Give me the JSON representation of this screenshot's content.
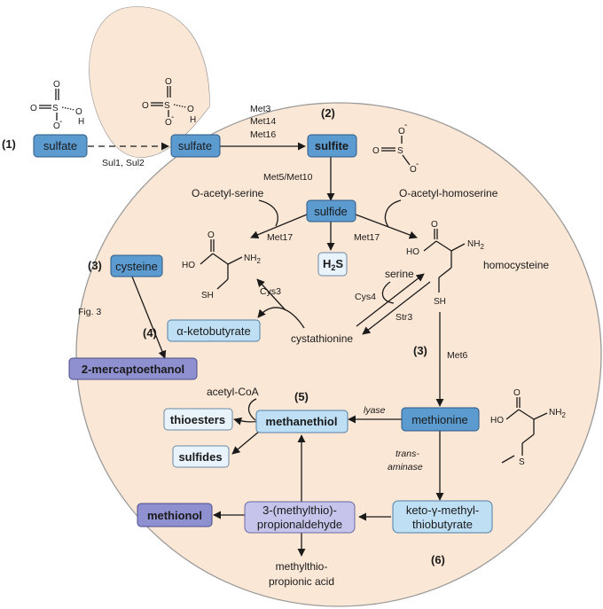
{
  "colors": {
    "cell_fill": "#fbe7d5",
    "cell_stroke": "#9a9a9a",
    "dark_blue_box": "#5b9bd0",
    "light_blue_box": "#bfe0f4",
    "pale_box": "#e8f3fb",
    "purple_box": "#8f90d0",
    "lavender_box": "#c6c4ea"
  },
  "labels": {
    "l1": "(1)",
    "l2": "(2)",
    "l3a": "(3)",
    "l3b": "(3)",
    "l4": "(4)",
    "l5": "(5)",
    "l6": "(6)"
  },
  "boxes": {
    "sulfate_out": "sulfate",
    "sulfate_in": "sulfate",
    "sulfite": "sulfite",
    "sulfide": "sulfide",
    "h2s_main": "H",
    "h2s_sub": "2",
    "h2s_tail": "S",
    "cysteine": "cysteine",
    "alpha_ketobutyrate": "α-ketobutyrate",
    "mercaptoethanol": "2-mercaptoethanol",
    "methionine": "methionine",
    "methanethiol": "methanethiol",
    "thioesters": "thioesters",
    "sulfides": "sulfides",
    "methionol": "methionol",
    "mtpa_line1": "3-(methylthio)-",
    "mtpa_line2": "propionaldehyde",
    "kmtb_line1": "keto-γ-methyl-",
    "kmtb_line2": "thiobutyrate"
  },
  "text": {
    "sul": "Sul1, Sul2",
    "met3": "Met3",
    "met14": "Met14",
    "met16": "Met16",
    "met5_10": "Met5/Met10",
    "o_acetyl_serine": "O-acetyl-serine",
    "o_acetyl_homoserine": "O-acetyl-homoserine",
    "met17_left": "Met17",
    "met17_right": "Met17",
    "homocysteine": "homocysteine",
    "serine": "serine",
    "cys4": "Cys4",
    "cys3": "Cys3",
    "str3": "Str3",
    "cystathionine": "cystathionine",
    "fig3": "Fig. 3",
    "met6": "Met6",
    "acetyl_coa": "acetyl-CoA",
    "lyase": "lyase",
    "trans": "trans-",
    "aminase": "aminase",
    "mtpa_acid_line1": "methylthio-",
    "mtpa_acid_line2": "propionic acid"
  },
  "chem": {
    "S": "S",
    "O": "O",
    "O_minus": "O",
    "minus": "-",
    "H": "H",
    "HO": "HO",
    "NH2": "NH",
    "two": "2",
    "SH": "SH"
  }
}
